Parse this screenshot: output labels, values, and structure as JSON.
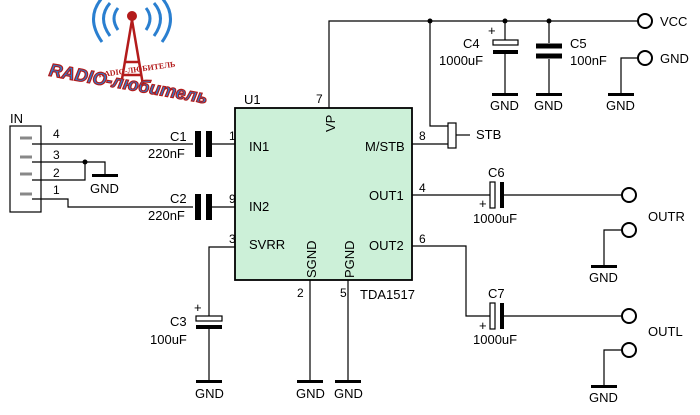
{
  "logo": {
    "top_text": "RADIO-ЛЮБИТЕЛЬ",
    "main_text": "RADIO-любитель"
  },
  "ic": {
    "ref": "U1",
    "part": "TDA1517",
    "pins": {
      "in1": "IN1",
      "in1_num": "1",
      "in2": "IN2",
      "in2_num": "9",
      "svrr": "SVRR",
      "svrr_num": "3",
      "vp": "VP",
      "vp_num": "7",
      "mstb": "M/STB",
      "mstb_num": "8",
      "out1": "OUT1",
      "out1_num": "4",
      "out2": "OUT2",
      "out2_num": "6",
      "sgnd": "SGND",
      "sgnd_num": "2",
      "pgnd": "PGND",
      "pgnd_num": "5"
    }
  },
  "connector": {
    "name": "IN",
    "pins": [
      "4",
      "3",
      "2",
      "1"
    ]
  },
  "components": {
    "c1": {
      "ref": "C1",
      "value": "220nF"
    },
    "c2": {
      "ref": "C2",
      "value": "220nF"
    },
    "c3": {
      "ref": "C3",
      "value": "100uF"
    },
    "c4": {
      "ref": "C4",
      "value": "1000uF"
    },
    "c5": {
      "ref": "C5",
      "value": "100nF"
    },
    "c6": {
      "ref": "C6",
      "value": "1000uF"
    },
    "c7": {
      "ref": "C7",
      "value": "1000uF"
    }
  },
  "nets": {
    "vcc": "VCC",
    "gnd": "GND",
    "stb": "STB",
    "outr": "OUTR",
    "outl": "OUTL",
    "plus": "+"
  }
}
